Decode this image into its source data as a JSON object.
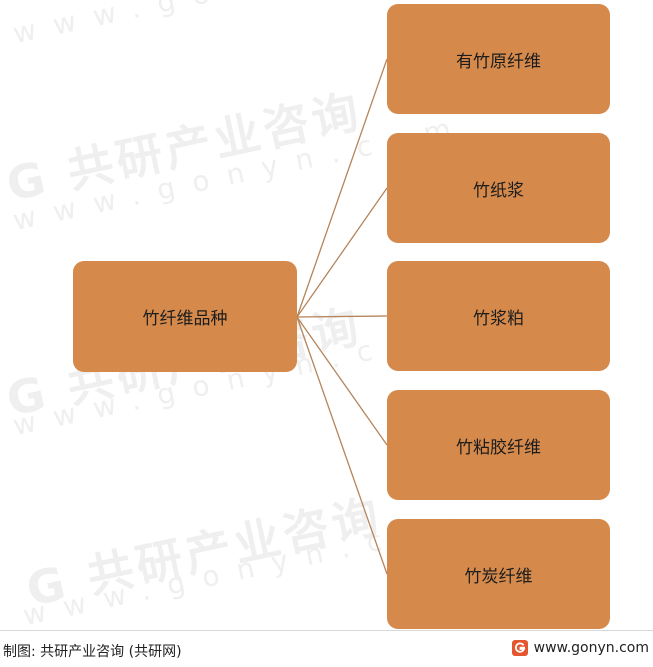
{
  "diagram": {
    "root": {
      "label": "竹纤维品种"
    },
    "children": [
      {
        "label": "有竹原纤维"
      },
      {
        "label": "竹纸浆"
      },
      {
        "label": "竹浆粕"
      },
      {
        "label": "竹粘胶纤维"
      },
      {
        "label": "竹炭纤维"
      }
    ],
    "colors": {
      "node_fill": "#d58a4c",
      "connector": "#b5845a"
    }
  },
  "footer": {
    "source": "制图: 共研产业咨询 (共研网)",
    "website": "www.gonyn.com",
    "logo_icon": "gonyn-logo-icon"
  }
}
